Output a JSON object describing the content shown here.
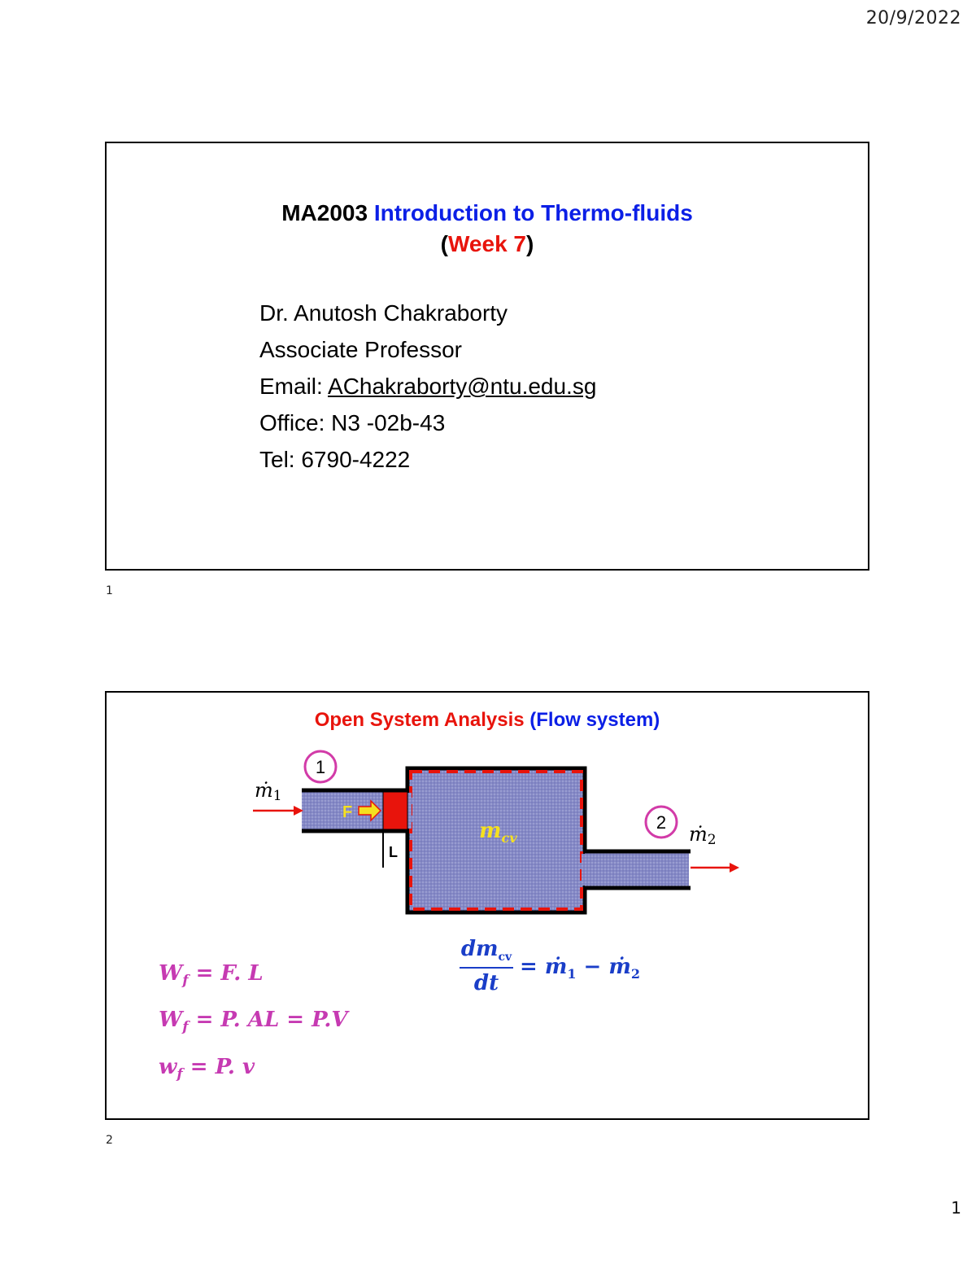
{
  "header": {
    "date": "20/9/2022"
  },
  "footer": {
    "page_number": "1"
  },
  "slide1": {
    "number": "1",
    "course_code": "MA2003",
    "course_title": "Introduction to Thermo-fluids",
    "paren_open": "(",
    "week": "Week 7",
    "paren_close": ")",
    "instructor": "Dr. Anutosh Chakraborty",
    "position": "Associate Professor",
    "email_label": "Email:",
    "email": "AChakraborty@ntu.edu.sg",
    "office": "Office: N3 -02b-43",
    "tel": "Tel: 6790-4222"
  },
  "slide2": {
    "number": "2",
    "title_red": "Open System Analysis",
    "title_blue": "(Flow system)",
    "diagram": {
      "inlet_mass_flow": "ṁ",
      "inlet_sub": "1",
      "outlet_mass_flow": "ṁ",
      "outlet_sub": "2",
      "state1_label": "1",
      "state2_label": "2",
      "force_label": "F",
      "length_label": "L",
      "cv_mass": "m",
      "cv_sub": "cv",
      "colors": {
        "fluid": "#8589c6",
        "boundary": "#e8140c",
        "piston": "#e8140c",
        "force": "#f5e020",
        "state_circle": "#d23ba8"
      }
    },
    "equations": {
      "eq1_lhs": "W",
      "eq1_sub": "f",
      "eq1_rhs": " = F. L",
      "eq2_lhs": "W",
      "eq2_sub": "f",
      "eq2_rhs": " = P. AL = P.V",
      "eq3_lhs": "w",
      "eq3_sub": "f",
      "eq3_rhs": " = P. v",
      "mass_num": "dm",
      "mass_num_sub": "cv",
      "mass_den": "dt",
      "mass_rhs_a": "= ṁ",
      "mass_rhs_sub1": "1",
      "mass_rhs_b": " − ṁ",
      "mass_rhs_sub2": "2"
    }
  }
}
